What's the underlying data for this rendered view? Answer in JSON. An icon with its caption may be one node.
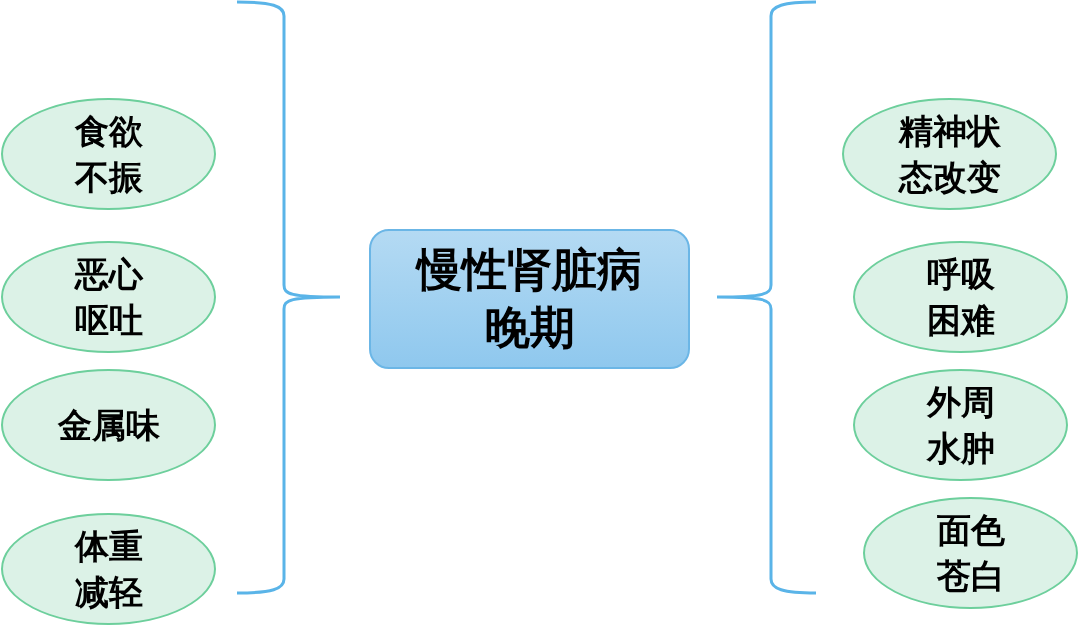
{
  "diagram": {
    "nodes": [
      {
        "text": [
          "慢性肾脏病晚期"
        ]
      },
      {
        "text": [
          "食欲不振"
        ]
      },
      {
        "text": [
          "恶心呕吐"
        ]
      },
      {
        "text": [
          "金属味"
        ]
      },
      {
        "text": [
          "体重减轻"
        ]
      },
      {
        "text": [
          "精神状态改变"
        ]
      },
      {
        "text": [
          "呼吸困难"
        ]
      },
      {
        "text": [
          "外周水肿"
        ]
      },
      {
        "text": [
          "面色苍白"
        ]
      }
    ]
  }
}
